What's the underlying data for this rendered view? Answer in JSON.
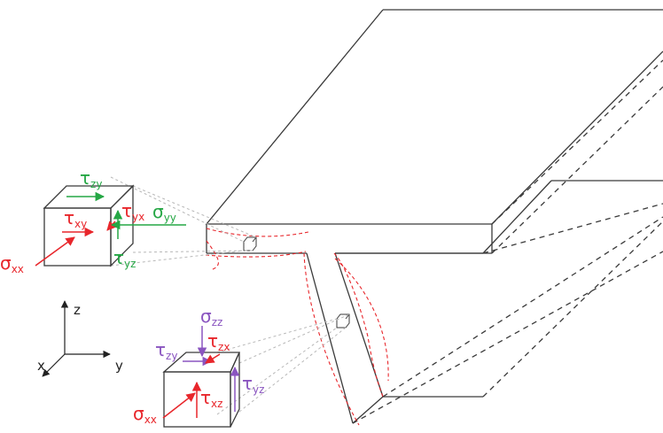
{
  "colors": {
    "outline": "#3a3a3a",
    "red": "#e8262b",
    "green": "#25a745",
    "purple": "#8a55c0",
    "leader": "#b8b8b8",
    "axis": "#222222"
  },
  "axes": {
    "z": "z",
    "y": "y",
    "x": "x"
  },
  "upper_element": {
    "sigma_xx": {
      "sym": "σ",
      "sub": "xx"
    },
    "tau_xy": {
      "sym": "τ",
      "sub": "xy"
    },
    "tau_zy": {
      "sym": "τ",
      "sub": "zy"
    },
    "tau_yx": {
      "sym": "τ",
      "sub": "yx"
    },
    "sigma_yy": {
      "sym": "σ",
      "sub": "yy"
    },
    "tau_yz": {
      "sym": "τ",
      "sub": "yz"
    }
  },
  "lower_element": {
    "sigma_zz": {
      "sym": "σ",
      "sub": "zz"
    },
    "tau_zy": {
      "sym": "τ",
      "sub": "zy"
    },
    "tau_zx": {
      "sym": "τ",
      "sub": "zx"
    },
    "sigma_xx": {
      "sym": "σ",
      "sub": "xx"
    },
    "tau_xz": {
      "sym": "τ",
      "sub": "xz"
    },
    "tau_yz": {
      "sym": "τ",
      "sub": "yz"
    }
  }
}
